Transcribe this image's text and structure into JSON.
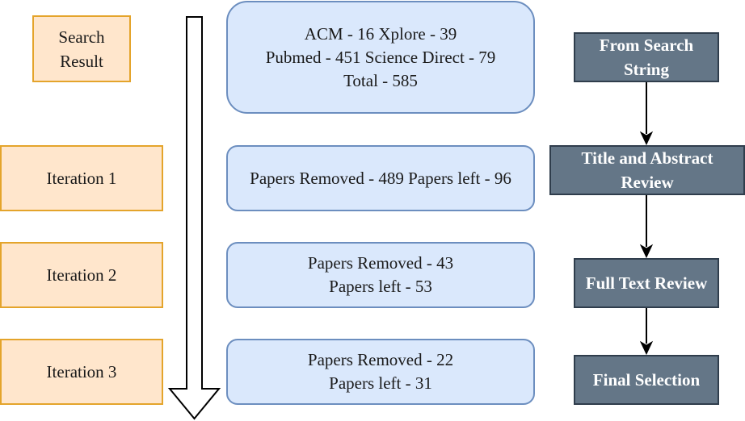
{
  "colors": {
    "orange_fill": "#ffe6cc",
    "orange_border": "#e4a42b",
    "blue_fill": "#dae8fc",
    "blue_border": "#6c8ebf",
    "dark_fill": "#647687",
    "dark_border": "#2f3d4c"
  },
  "stages": [
    {
      "line1": "Search",
      "line2": "Result"
    },
    {
      "line1": "Iteration 1"
    },
    {
      "line1": "Iteration 2"
    },
    {
      "line1": "Iteration 3"
    }
  ],
  "counts": [
    {
      "line1": "ACM - 16 Xplore - 39",
      "line2": "Pubmed - 451 Science Direct - 79",
      "line3": "Total - 585"
    },
    {
      "line1": "Papers Removed - 489 Papers left - 96"
    },
    {
      "line1": "Papers Removed - 43",
      "line2": "Papers left - 53"
    },
    {
      "line1": "Papers Removed - 22",
      "line2": "Papers left - 31"
    }
  ],
  "steps": [
    {
      "line1": "From Search",
      "line2": "String"
    },
    {
      "line1": "Title and Abstract",
      "line2": "Review"
    },
    {
      "line1": "Full Text Review"
    },
    {
      "line1": "Final Selection"
    }
  ]
}
